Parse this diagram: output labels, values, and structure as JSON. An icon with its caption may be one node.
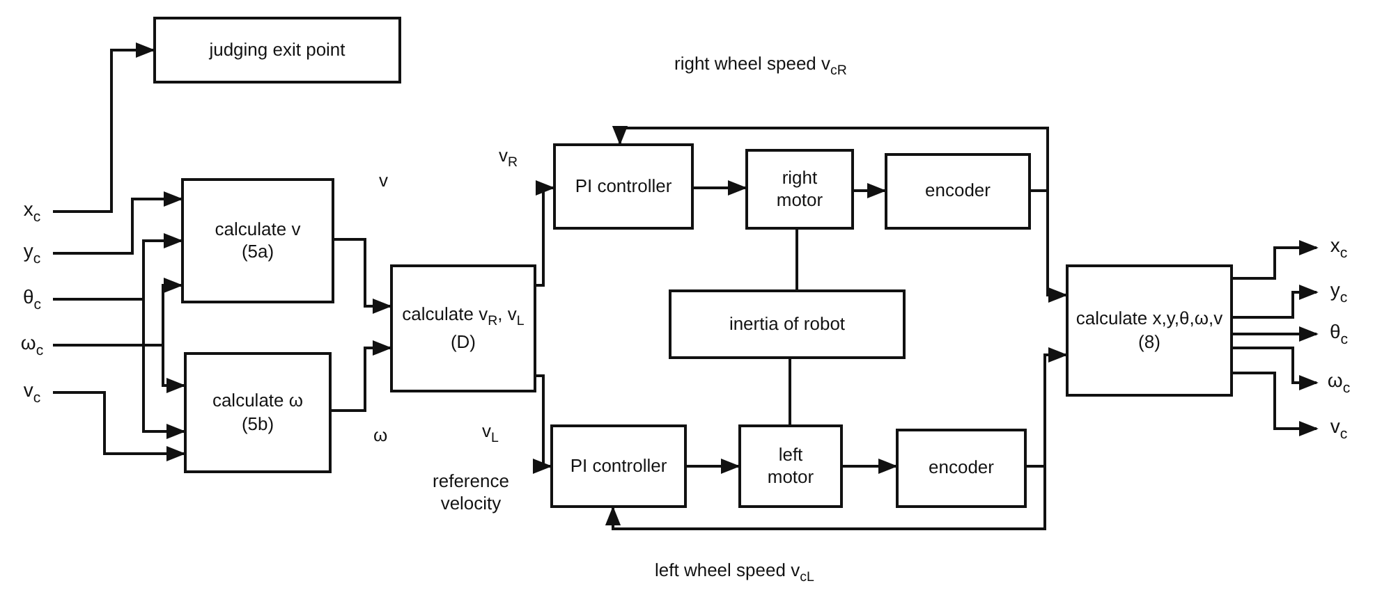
{
  "diagram": {
    "nodes": [
      {
        "text": [
          "judging exit point"
        ]
      },
      {
        "text": [
          "x$_{c}$"
        ]
      },
      {
        "text": [
          "y$_{c}$"
        ]
      },
      {
        "text": [
          "θ$_{c}$"
        ]
      },
      {
        "text": [
          "ω$_{c}$"
        ]
      },
      {
        "text": [
          "v$_{c}$"
        ]
      },
      {
        "text": [
          "calculate v",
          "(5a)"
        ]
      },
      {
        "text": [
          "calculate ω",
          "(5b)"
        ]
      },
      {
        "text": [
          "calculate v$_{R}$, v$_{L}$",
          "(D)"
        ]
      },
      {
        "text": [
          "PI controller"
        ]
      },
      {
        "text": [
          "right motor"
        ]
      },
      {
        "text": [
          "encoder"
        ]
      },
      {
        "text": [
          "inertia of robot"
        ]
      },
      {
        "text": [
          "PI controller"
        ]
      },
      {
        "text": [
          "left motor"
        ]
      },
      {
        "text": [
          "encoder"
        ]
      },
      {
        "text": [
          "calculate x,y,θ,ω,v",
          "(8)"
        ]
      },
      {
        "text": [
          "x$_{c}$"
        ]
      },
      {
        "text": [
          "y$_{c}$"
        ]
      },
      {
        "text": [
          "θ$_{c}$"
        ]
      },
      {
        "text": [
          "ω$_{c}$"
        ]
      },
      {
        "text": [
          "v$_{c}$"
        ]
      }
    ],
    "edges": [
      {
        "from": 1,
        "to": 0,
        "arrow": "to"
      },
      {
        "from": 2,
        "to": 6,
        "arrow": "to"
      },
      {
        "from": 3,
        "to": 6,
        "arrow": "to"
      },
      {
        "from": 4,
        "to": 6,
        "arrow": "to"
      },
      {
        "from": 3,
        "to": 7,
        "arrow": "to"
      },
      {
        "from": 4,
        "to": 7,
        "arrow": "to"
      },
      {
        "from": 5,
        "to": 7,
        "arrow": "to"
      },
      {
        "from": 6,
        "to": 8,
        "arrow": "to",
        "label": "v"
      },
      {
        "from": 7,
        "to": 8,
        "arrow": "to",
        "label": "ω"
      },
      {
        "from": 8,
        "to": 9,
        "arrow": "to",
        "label": "v$_{R}$"
      },
      {
        "from": 8,
        "to": 13,
        "arrow": "to",
        "label": "v$_{L}$"
      },
      {
        "from": 9,
        "to": 10,
        "arrow": "to"
      },
      {
        "from": 10,
        "to": 11,
        "arrow": "to"
      },
      {
        "from": 10,
        "to": 12,
        "arrow": "none"
      },
      {
        "from": 12,
        "to": 14,
        "arrow": "none"
      },
      {
        "from": 13,
        "to": 14,
        "arrow": "to"
      },
      {
        "from": 14,
        "to": 15,
        "arrow": "to"
      },
      {
        "from": 11,
        "to": 9,
        "arrow": "to",
        "label": "right wheel speed  v$_{cR}$"
      },
      {
        "from": 11,
        "to": 16,
        "arrow": "to"
      },
      {
        "from": 15,
        "to": 13,
        "arrow": "to",
        "label": "left wheel speed  v$_{cL}$"
      },
      {
        "from": 15,
        "to": 16,
        "arrow": "to"
      },
      {
        "from": 16,
        "to": 17,
        "arrow": "to"
      },
      {
        "from": 16,
        "to": 18,
        "arrow": "to"
      },
      {
        "from": 16,
        "to": 19,
        "arrow": "to"
      },
      {
        "from": 16,
        "to": 20,
        "arrow": "to"
      },
      {
        "from": 16,
        "to": 21,
        "arrow": "to"
      }
    ],
    "labels": [
      "reference velocity"
    ]
  }
}
